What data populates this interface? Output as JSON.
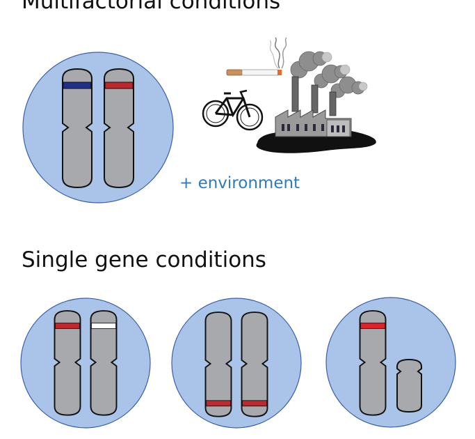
{
  "headings": {
    "multifactorial": "Multifactorial conditions",
    "single_gene": "Single gene conditions"
  },
  "environment_label": "+ environment",
  "colors": {
    "circle_fill": "#a9c4e8",
    "circle_stroke": "#3a5fa8",
    "chromosome_fill": "#a7a9ac",
    "chromosome_stroke": "#111111",
    "band_blue": "#1f2f8f",
    "band_red": "#c1272d",
    "band_white": "#ffffff",
    "environment_text": "#2b7bbd"
  },
  "icons": [
    "bicycle-icon",
    "cigarette-icon",
    "factory-icon"
  ]
}
